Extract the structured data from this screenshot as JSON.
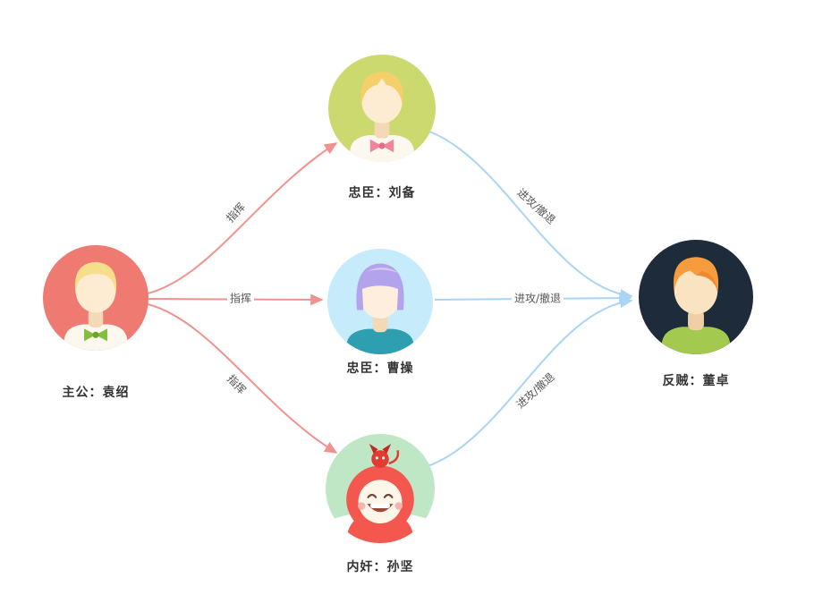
{
  "diagram": {
    "nodes": [
      {
        "id": "yuanshao",
        "label": "主公：袁绍",
        "avatar": "blonde-man-green-bowtie",
        "avatar_bg": "#ee7a72"
      },
      {
        "id": "liubei",
        "label": "忠臣：刘备",
        "avatar": "blonde-man-pink-bowtie",
        "avatar_bg": "#ccd96f"
      },
      {
        "id": "caocao",
        "label": "忠臣：曹操",
        "avatar": "purple-bob-teal-shirt",
        "avatar_bg": "#c6ebfb"
      },
      {
        "id": "sunjian",
        "label": "内奸：孙坚",
        "avatar": "red-hood-devil",
        "avatar_bg": "#bfe7c6"
      },
      {
        "id": "dongzhuo",
        "label": "反贼：董卓",
        "avatar": "orange-hair-green-shirt",
        "avatar_bg": "#1d2b3a"
      }
    ],
    "edges": [
      {
        "from": "yuanshao",
        "to": "liubei",
        "label": "指挥",
        "color": "#f0938f"
      },
      {
        "from": "yuanshao",
        "to": "caocao",
        "label": "指挥",
        "color": "#f0938f"
      },
      {
        "from": "yuanshao",
        "to": "sunjian",
        "label": "指挥",
        "color": "#f0938f"
      },
      {
        "from": "liubei",
        "to": "dongzhuo",
        "label": "进攻/撤退",
        "color": "#aad4f5"
      },
      {
        "from": "caocao",
        "to": "dongzhuo",
        "label": "进攻/撤退",
        "color": "#aad4f5"
      },
      {
        "from": "sunjian",
        "to": "dongzhuo",
        "label": "进攻/撤退",
        "color": "#aad4f5"
      }
    ]
  }
}
